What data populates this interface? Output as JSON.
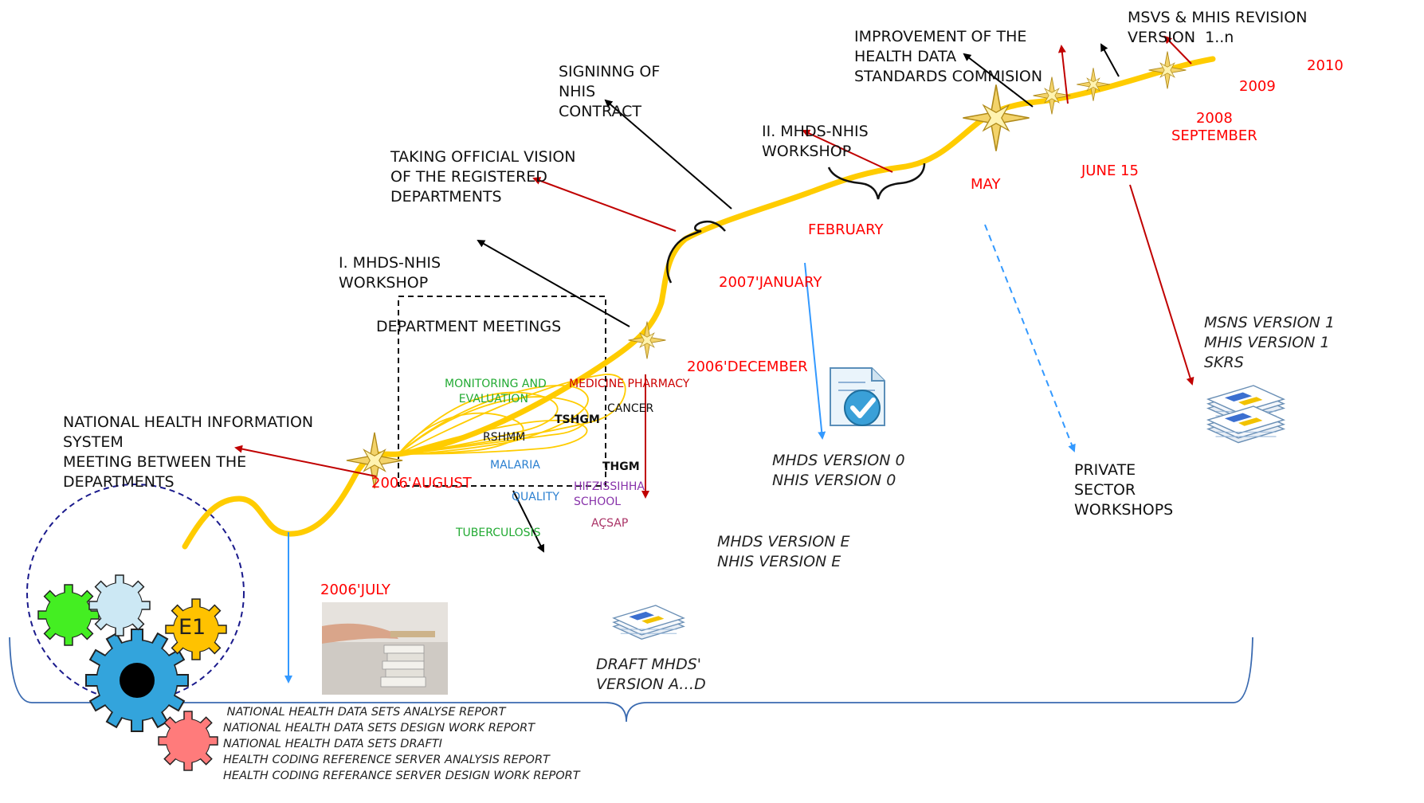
{
  "colors": {
    "path": "#ffcc00",
    "date_red": "#ff0000",
    "arrow_black": "#000000",
    "arrow_red": "#c00000",
    "arrow_blue": "#3399ff",
    "circle_dash": "#1a1a8c",
    "bracket_blue": "#3a6ab0",
    "gear_green": "#44ee22",
    "gear_lightblue": "#cce8f4",
    "gear_yellow": "#ffc200",
    "gear_blue": "#33a4dc",
    "gear_pink": "#ff7b7b"
  },
  "milestones": {
    "national_his": "NATIONAL HEALTH INFORMATION\nSYSTEM\nMEETING BETWEEN THE\nDEPARTMENTS",
    "dept_meetings": "DEPARTMENT MEETINGS",
    "workshop1": "I. MHDS-NHIS\nWORKSHOP",
    "official_vision": "TAKING OFFICIAL VISION\nOF THE REGISTERED\nDEPARTMENTS",
    "signing": "SIGNINNG OF\nNHIS\nCONTRACT",
    "workshop2": "II. MHDS-NHIS\nWORKSHOP",
    "improvement": "IMPROVEMENT OF THE\nHEALTH DATA\nSTANDARDS COMMISION",
    "revision": "MSVS & MHIS REVISION\nVERSION  1..n",
    "private": "PRIVATE\nSECTOR\nWORKSHOPS"
  },
  "dates": {
    "july": "2006'JULY",
    "august": "2006'AUGUST",
    "december": "2006'DECEMBER",
    "january": "2007'JANUARY",
    "february": "FEBRUARY",
    "may": "MAY",
    "june15": "JUNE 15",
    "y2008": "2008\nSEPTEMBER",
    "y2009": "2009",
    "y2010": "2010"
  },
  "versions": {
    "draft": "DRAFT MHDS'\nVERSION A…D",
    "version_e": "MHDS VERSION E\nNHIS VERSION E",
    "version_0": "MHDS VERSION 0\nNHIS VERSION 0",
    "version_1": "MSNS VERSION 1\nMHIS VERSION 1\nSKRS"
  },
  "departments": {
    "monitoring": "MONITORING AND\n    EVALUATION",
    "medicine": "MEDICINE PHARMACY",
    "cancer": "CANCER",
    "tshgm": "TSHGM",
    "rshmm": "RSHMM",
    "malaria": "MALARIA",
    "thgm": "THGM",
    "quality": "QUALITY",
    "hifzissihha": "HIFZISSIHHA\nSCHOOL",
    "acsap": "AÇSAP",
    "tuberculosis": "TUBERCULOSIS"
  },
  "reports": [
    " NATIONAL HEALTH DATA SETS ANALYSE REPORT",
    "NATIONAL HEALTH DATA SETS DESIGN WORK REPORT",
    "NATIONAL HEALTH DATA SETS DRAFTI",
    "HEALTH CODING REFERENCE SERVER ANALYSIS REPORT",
    "HEALTH CODING REFERANCE SERVER DESIGN WORK REPORT"
  ],
  "gear_label": "E1",
  "icons": [
    "gear-icon",
    "document-stack-icon",
    "checked-document-icon",
    "compass-star-icon",
    "photo-hand-papers"
  ]
}
